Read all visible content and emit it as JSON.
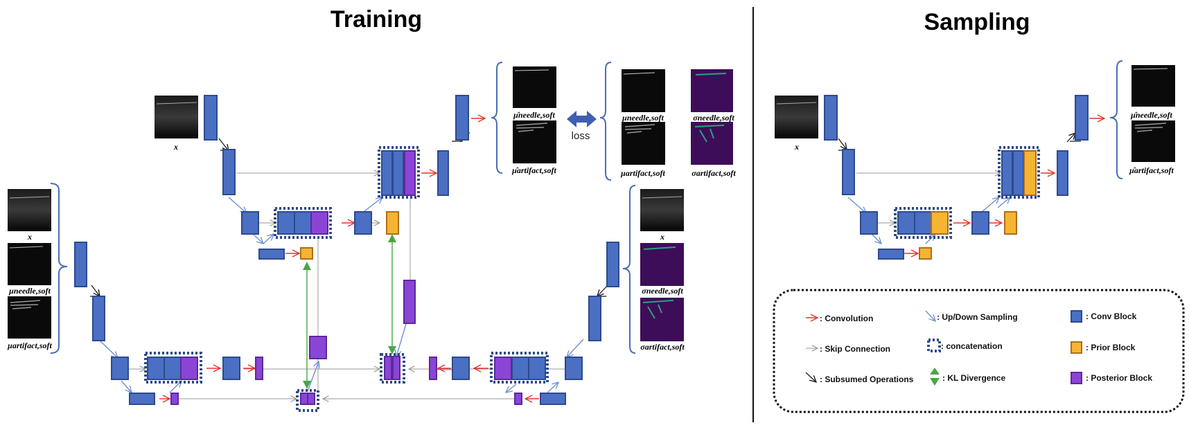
{
  "titles": {
    "training": "Training",
    "sampling": "Sampling"
  },
  "labels": {
    "x": "x",
    "mu_needle": "μneedle,soft",
    "mu_artifact": "μartifact,soft",
    "muhat_needle": "μ̂needle,soft",
    "muhat_artifact": "μ̂artifact,soft",
    "sigma_needle": "σneedle,soft",
    "sigma_artifact": "σartifact,soft",
    "loss": "loss"
  },
  "legend": {
    "convolution": ": Convolution",
    "updown": ": Up/Down Sampling",
    "conv_block": ": Conv Block",
    "skip": ": Skip Connection",
    "concatenation": ": concatenation",
    "prior_block": ": Prior Block",
    "subsumed": ": Subsumed Operations",
    "kl": ": KL Divergence",
    "posterior_block": ": Posterior Block"
  },
  "colors": {
    "conv_block": "#4a6fc3",
    "prior_block": "#f5b533",
    "posterior_block": "#8b45d6",
    "convolution_arrow": "#e8322c",
    "updown_arrow": "#6d8ed6",
    "skip_arrow": "#9a9a9a",
    "kl_arrow": "#4aa646"
  }
}
